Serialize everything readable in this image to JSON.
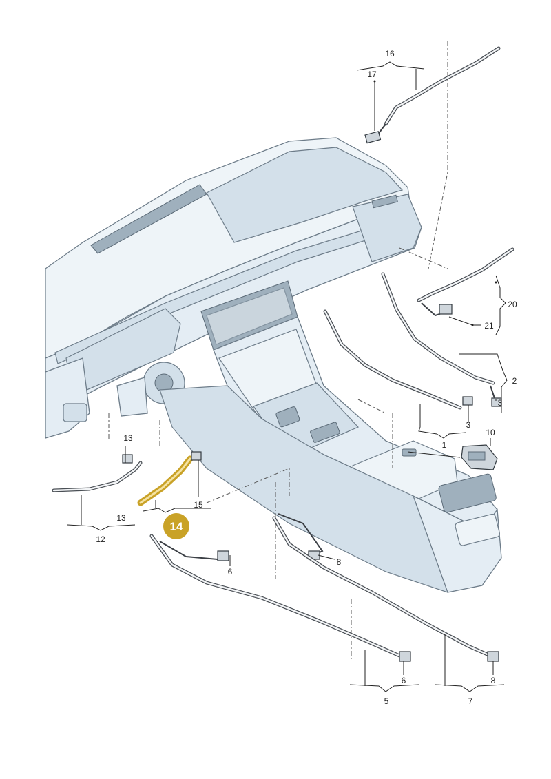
{
  "diagram": {
    "highlight_color": "#c9a227",
    "callout": {
      "number": "14",
      "color": "#c9a227"
    },
    "labels": {
      "l1": "1",
      "l2": "2",
      "l3a": "3",
      "l3b": "3",
      "l5": "5",
      "l6a": "6",
      "l6b": "6",
      "l7": "7",
      "l8a": "8",
      "l8b": "8",
      "l10": "10",
      "l12": "12",
      "l13a": "13",
      "l13b": "13",
      "l15": "15",
      "l16": "16",
      "l17": "17",
      "l20": "20",
      "l21": "21"
    }
  }
}
